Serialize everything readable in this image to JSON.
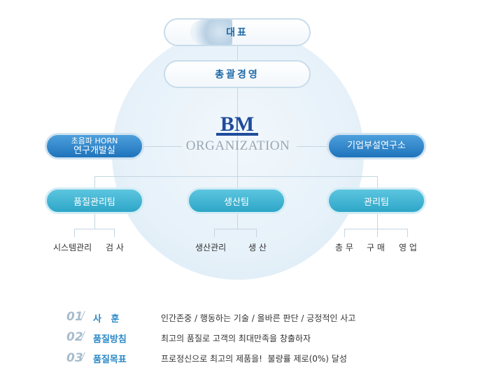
{
  "org": {
    "ceo": "대표",
    "gm": "총괄경영",
    "logo": "BM",
    "org_word": "ORGANIZATION",
    "left_top_line1": "초음파 HORN",
    "left_top_line2": "연구개발실",
    "right_top": "기업부설연구소",
    "teams": [
      "품질관리팀",
      "생산팀",
      "관리팀"
    ],
    "team1_subs": [
      "시스템관리",
      "검 사"
    ],
    "team2_subs": [
      "생산관리",
      "생 산"
    ],
    "team3_subs": [
      "총 무",
      "구 매",
      "영 업"
    ]
  },
  "mottos": [
    {
      "num": "01",
      "label": "사   훈",
      "text": "인간존중 / 행동하는 기술 / 올바른 판단 / 긍정적인 사고"
    },
    {
      "num": "02",
      "label": "품질방침",
      "text": "최고의 품질로 고객의 최대만족을 창출하자"
    },
    {
      "num": "03",
      "label": "품질목표",
      "text": "프로정신으로 최고의 제품을!  불량률 제로(0%) 달성"
    }
  ],
  "colors": {
    "primary": "#1f73bb",
    "cyan": "#2ea6c8",
    "label": "#2a88c6"
  }
}
